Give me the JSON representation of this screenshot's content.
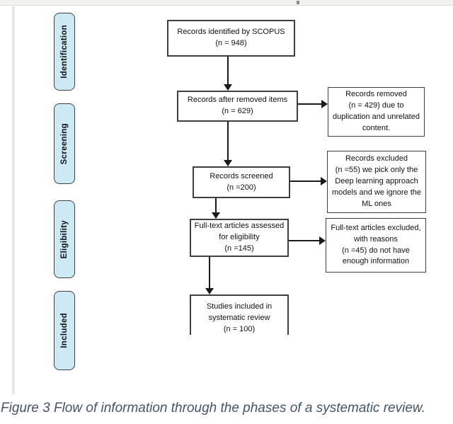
{
  "colors": {
    "stage_fill": "#cde9f6",
    "box_border": "#3f3f3f",
    "caption_color": "#44546a"
  },
  "stages": [
    {
      "label": "Identification"
    },
    {
      "label": "Screening"
    },
    {
      "label": "Eligibility"
    },
    {
      "label": "Included"
    }
  ],
  "flow": {
    "identified": {
      "lines": [
        "Records identified by SCOPUS",
        "(n = 948)"
      ]
    },
    "after_removed": {
      "lines": [
        "Records after removed items",
        "(n = 629)"
      ]
    },
    "screened": {
      "lines": [
        "Records screened",
        "(n =200)"
      ]
    },
    "fulltext": {
      "lines": [
        "Full-text articles assessed",
        "for eligibility",
        "(n =145)"
      ]
    },
    "included": {
      "lines": [
        "Studies included in",
        "systematic review",
        "(n = 100)"
      ]
    }
  },
  "side": {
    "removed": {
      "lines": [
        "Records removed",
        "(n = 429) due to",
        "duplication and unrelated",
        "content."
      ]
    },
    "excluded": {
      "lines": [
        "Records excluded",
        "(n =55) we pick only the",
        "Deep learning approach",
        "models and we ignore the",
        "ML ones"
      ]
    },
    "fulltext_excluded": {
      "lines": [
        "Full-text articles excluded,",
        "with reasons",
        "(n =45) do not have",
        "enough information"
      ]
    }
  },
  "caption": "Figure 3 Flow of information through the phases of a systematic review."
}
